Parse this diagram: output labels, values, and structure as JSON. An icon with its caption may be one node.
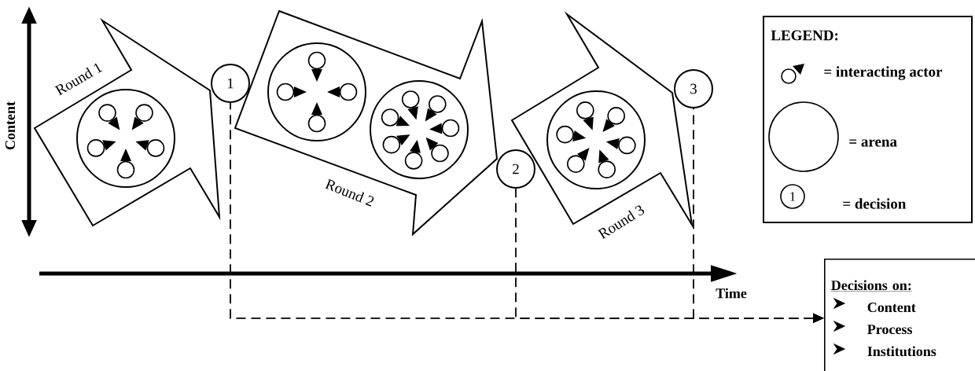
{
  "diagram": {
    "nodes": [
      {
        "text": [
          "Round 1"
        ]
      },
      {
        "text": [],
        "shape": "circle",
        "in": 0
      },
      {
        "text": [
          "1"
        ]
      },
      {
        "text": [
          "Round 2"
        ]
      },
      {
        "text": [],
        "shape": "circle",
        "in": 3
      },
      {
        "text": [],
        "shape": "circle",
        "in": 3
      },
      {
        "text": [
          "2"
        ]
      },
      {
        "text": [
          "Round 3"
        ]
      },
      {
        "text": [],
        "shape": "circle",
        "in": 7
      },
      {
        "text": [
          "3"
        ]
      },
      {
        "text": [
          "Decisions on:",
          "Content",
          "Process",
          "Institutions"
        ]
      }
    ],
    "edges": [
      {
        "from": 2,
        "to": 10,
        "arrow": "to",
        "style": "dashed"
      },
      {
        "from": 6,
        "to": 10,
        "arrow": "to",
        "style": "dashed"
      },
      {
        "from": 9,
        "to": 10,
        "arrow": "to",
        "style": "dashed"
      }
    ],
    "labels": [
      "Content",
      "Time",
      "LEGEND:",
      "1"
    ],
    "legend": [
      {
        "text": "= interacting actor"
      },
      {
        "text": "= arena"
      },
      {
        "text": "= decision"
      }
    ]
  }
}
